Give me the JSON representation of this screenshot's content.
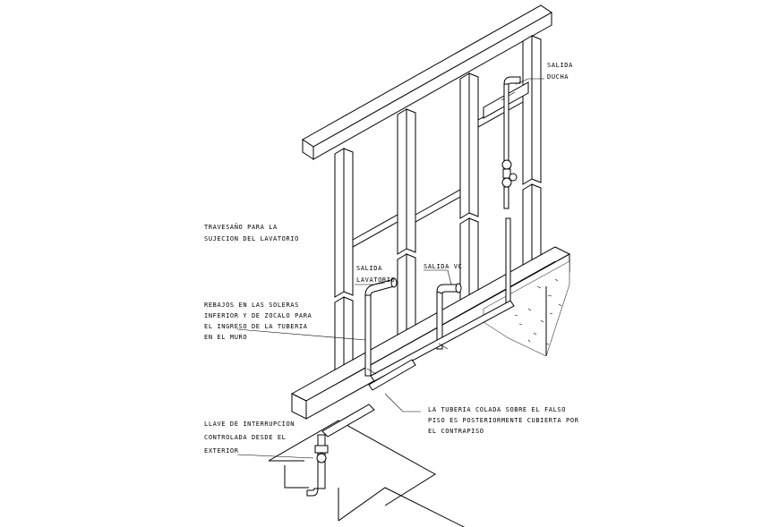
{
  "labels": {
    "travesano": [
      "TRAVESAÑO PARA LA",
      "SUJECION DEL LAVATORIO"
    ],
    "salida_ducha": [
      "SALIDA",
      "DUCHA"
    ],
    "salida_lavatorio": [
      "SALIDA",
      "LAVATORIO"
    ],
    "salida_vc": [
      "SALIDA VC"
    ],
    "rebajos": [
      "REBAJOS EN LAS SOLERAS",
      "INFERIOR Y DE ZOCALO PARA",
      "EL INGRESO DE LA TUBERIA",
      "EN EL MURO"
    ],
    "tuberia": [
      "LA TUBERIA COLADA SOBRE EL FALSO",
      "PISO ES POSTERIORMENTE CUBIERTA POR",
      "EL CONTRAPISO"
    ],
    "llave": [
      "LLAVE DE INTERRUPCION",
      "CONTROLADA DESDE EL",
      "EXTERIOR"
    ]
  },
  "colors": {
    "line": "#000000",
    "background": "#ffffff"
  }
}
